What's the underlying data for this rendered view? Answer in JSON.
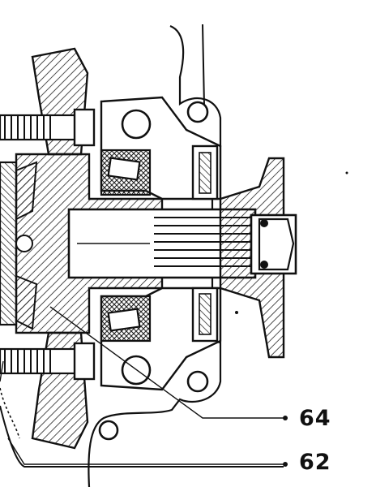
{
  "figure": {
    "callouts": [
      {
        "id": "64",
        "label": "64"
      },
      {
        "id": "62",
        "label": "62"
      }
    ],
    "colors": {
      "ink": "#111111",
      "paper": "#ffffff",
      "hatch": "#222222"
    }
  }
}
